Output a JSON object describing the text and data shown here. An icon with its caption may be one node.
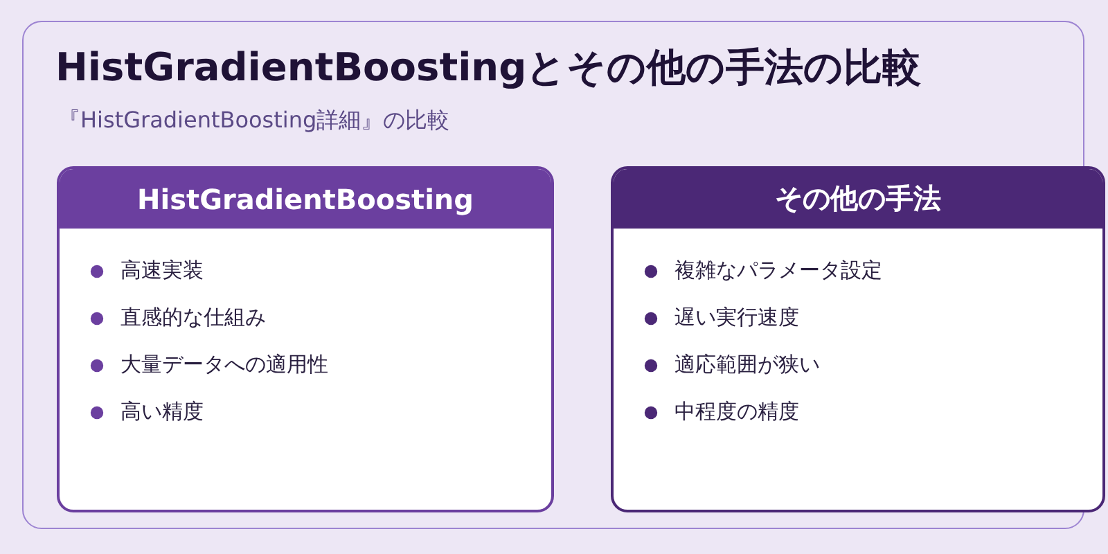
{
  "diagram": {
    "title": "HistGradientBoostingとその他の手法の比較",
    "nodes": [
      {
        "text": [
          "HistGradientBoosting",
          "高速実装",
          "直感的な仕組み",
          "大量データへの適用性",
          "高い精度"
        ]
      },
      {
        "text": [
          "その他の手法",
          "複雑なパラメータ設定",
          "遅い実行速度",
          "適応範囲が狭い",
          "中程度の精度"
        ]
      }
    ],
    "labels": [
      "『HistGradientBoosting詳細』の比較"
    ]
  }
}
